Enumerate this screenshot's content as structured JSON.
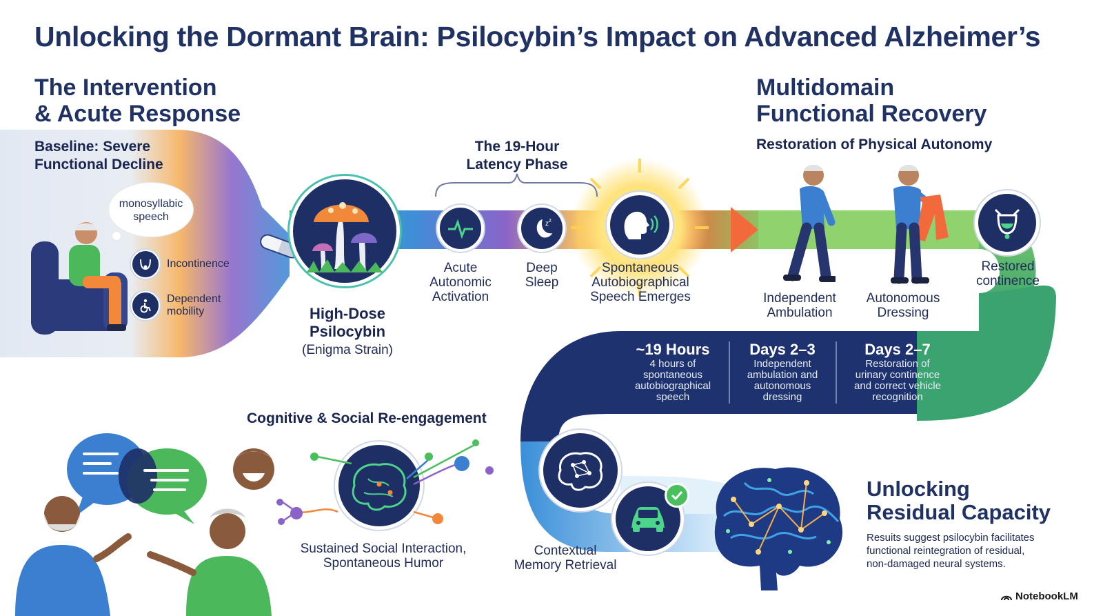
{
  "title": "Unlocking the Dormant Brain: Psilocybin’s Impact on Advanced Alzheimer’s",
  "sections": {
    "intervention": {
      "line1": "The Intervention",
      "line2": "& Acute Response"
    },
    "recovery": {
      "line1": "Multidomain",
      "line2": "Functional Recovery"
    }
  },
  "baseline": {
    "line1": "Baseline: Severe",
    "line2": "Functional Decline",
    "speech_bubble": {
      "line1": "monosyllabic",
      "line2": "speech"
    },
    "symptoms": [
      {
        "line1": "Incontinence",
        "line2": "",
        "icon": "bladder-icon"
      },
      {
        "line1": "Dependent",
        "line2": "mobility",
        "icon": "wheelchair-icon"
      }
    ]
  },
  "dose": {
    "line1": "High-Dose",
    "line2": "Psilocybin",
    "strain": "(Enigma Strain)"
  },
  "latency": {
    "line1": "The 19-Hour",
    "line2": "Latency Phase"
  },
  "acute_steps": [
    {
      "line1": "Acute",
      "line2": "Autonomic",
      "line3": "Activation",
      "icon": "heartbeat-icon"
    },
    {
      "line1": "Deep",
      "line2": "Sleep",
      "line3": "",
      "icon": "moon-sleep-icon"
    },
    {
      "line1": "Spontaneous",
      "line2": "Autobiographical",
      "line3": "Speech Emerges",
      "icon": "speaking-head-icon"
    }
  ],
  "physical": {
    "heading": "Restoration of Physical Autonomy",
    "items": [
      {
        "line1": "Independent",
        "line2": "Ambulation"
      },
      {
        "line1": "Autonomous",
        "line2": "Dressing"
      },
      {
        "line1": "Restored",
        "line2": "continence"
      }
    ]
  },
  "timeline": [
    {
      "heading": "~19 Hours",
      "l1": "4 hours of",
      "l2": "spontaneous",
      "l3": "autobiographical",
      "l4": "speech"
    },
    {
      "heading": "Days 2–3",
      "l1": "Independent",
      "l2": "ambulation and",
      "l3": "autonomous",
      "l4": "dressing"
    },
    {
      "heading": "Days 2–7",
      "l1": "Restoration of",
      "l2": "urinary continence",
      "l3": "and correct vehicle",
      "l4": "recognition"
    }
  ],
  "cognitive": {
    "heading": "Cognitive & Social Re-engagement",
    "caption1": "Sustained Social Interaction,",
    "caption2": "Spontaneous Humor"
  },
  "memory": {
    "line1": "Contextual",
    "line2": "Memory Retrieval"
  },
  "residual": {
    "line1": "Unlocking",
    "line2": "Residual Capacity",
    "text1": "Resuits suggest psilocybin facilitates",
    "text2": "functional reintegration of residual,",
    "text3": "non-damaged neural systems."
  },
  "brand": "NotebookLM",
  "colors": {
    "navy": "#1e2f66",
    "green": "#4bbf5d",
    "orange": "#f3883a",
    "purple": "#8a62c8",
    "blue": "#3a7fd0"
  }
}
